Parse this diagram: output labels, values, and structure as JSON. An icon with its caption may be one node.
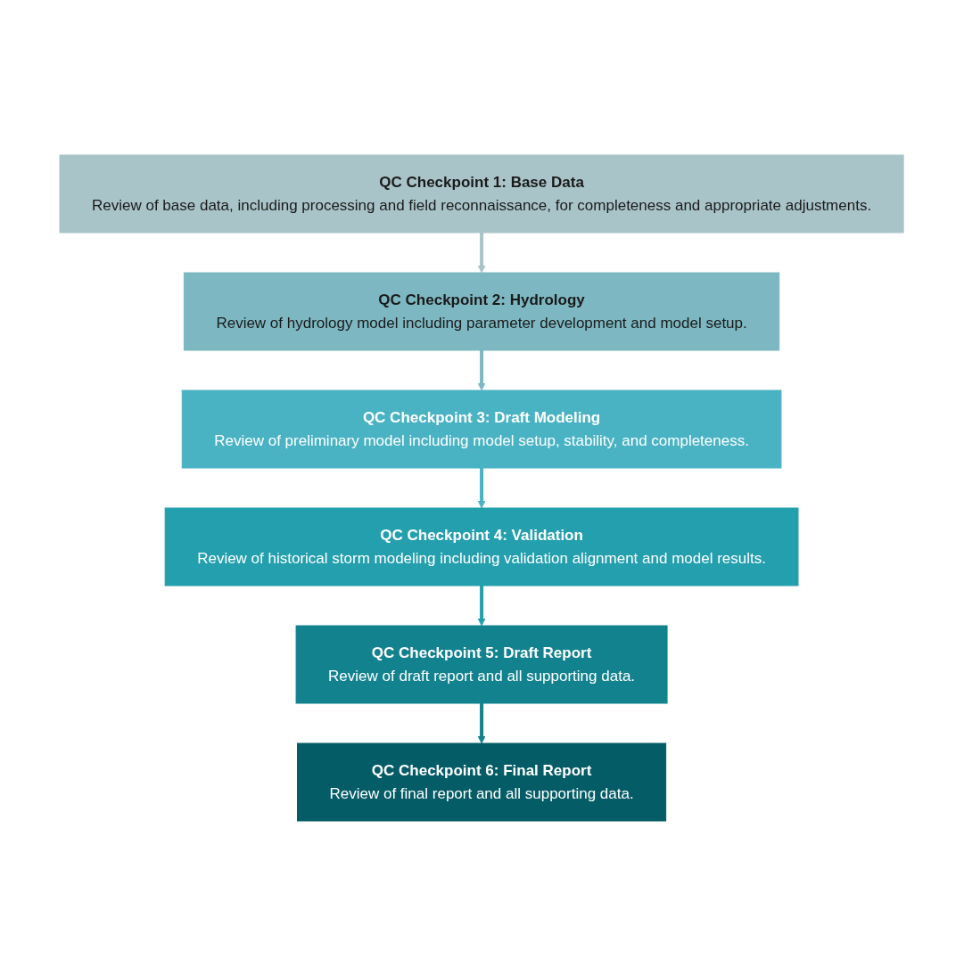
{
  "diagram": {
    "nodes": [
      {
        "text": [
          "QC Checkpoint 1: Base Data",
          "Review of base data, including processing and field reconnaissance, for completeness and appropriate adjustments."
        ]
      },
      {
        "text": [
          "QC Checkpoint 2: Hydrology",
          "Review of hydrology model including parameter development and model setup."
        ]
      },
      {
        "text": [
          "QC Checkpoint 3: Draft Modeling",
          "Review of preliminary model including model setup, stability, and completeness."
        ]
      },
      {
        "text": [
          "QC Checkpoint 4: Validation",
          "Review of historical storm modeling including validation alignment and model results."
        ]
      },
      {
        "text": [
          "QC Checkpoint 5: Draft Report",
          "Review of draft report and all supporting data."
        ]
      },
      {
        "text": [
          "QC Checkpoint 6: Final Report",
          "Review of final report and all supporting data."
        ]
      }
    ],
    "edges": [
      {
        "from": 0,
        "to": 1,
        "arrow": "to",
        "color": "#a9c4c9"
      },
      {
        "from": 1,
        "to": 2,
        "arrow": "to",
        "color": "#7db8c2"
      },
      {
        "from": 2,
        "to": 3,
        "arrow": "to",
        "color": "#49b3c4"
      },
      {
        "from": 3,
        "to": 4,
        "arrow": "to",
        "color": "#249fae"
      },
      {
        "from": 4,
        "to": 5,
        "arrow": "to",
        "color": "#12828f"
      }
    ]
  }
}
